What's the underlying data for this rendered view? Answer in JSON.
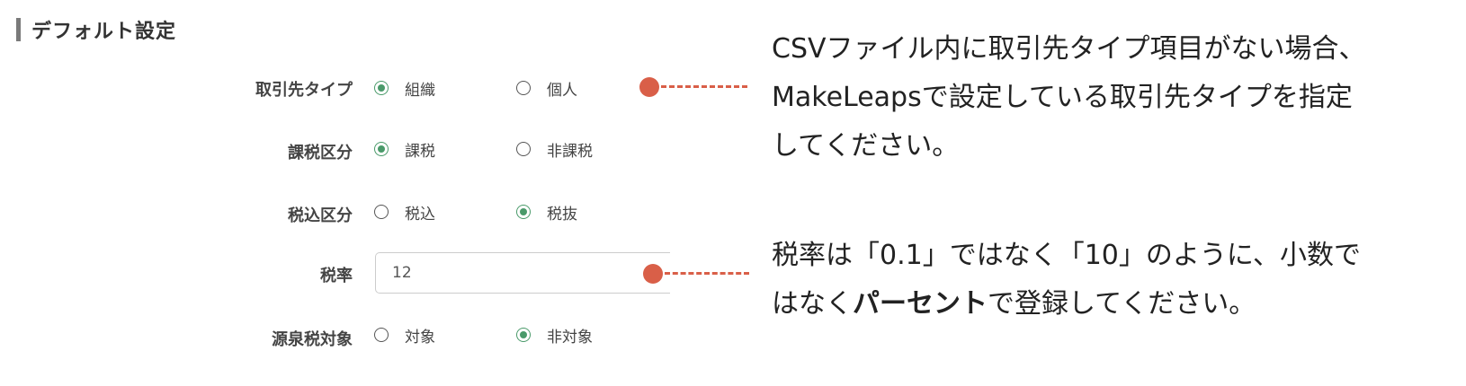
{
  "section": {
    "title": "デフォルト設定"
  },
  "rows": {
    "partner_type": {
      "label": "取引先タイプ",
      "option1": "組織",
      "option2": "個人",
      "selected": "組織"
    },
    "tax_category": {
      "label": "課税区分",
      "option1": "課税",
      "option2": "非課税",
      "selected": "課税"
    },
    "tax_inclusion": {
      "label": "税込区分",
      "option1": "税込",
      "option2": "税抜",
      "selected": "税抜"
    },
    "tax_rate": {
      "label": "税率",
      "value": "12"
    },
    "withholding": {
      "label": "源泉税対象",
      "option1": "対象",
      "option2": "非対象",
      "selected": "非対象"
    }
  },
  "annotations": {
    "first": {
      "line1": "CSVファイル内に取引先タイプ項目がない場合、",
      "line2": "MakeLeapsで設定している取引先タイプを指定",
      "line3": "してください。"
    },
    "second": {
      "line1": "税率は「0.1」ではなく「10」のように、小数で",
      "line2_pre": "はなく",
      "line2_bold": "パーセント",
      "line2_post": "で登録してください。"
    }
  },
  "colors": {
    "accent_green": "#4a9a6a",
    "callout_red": "#d95f48"
  }
}
